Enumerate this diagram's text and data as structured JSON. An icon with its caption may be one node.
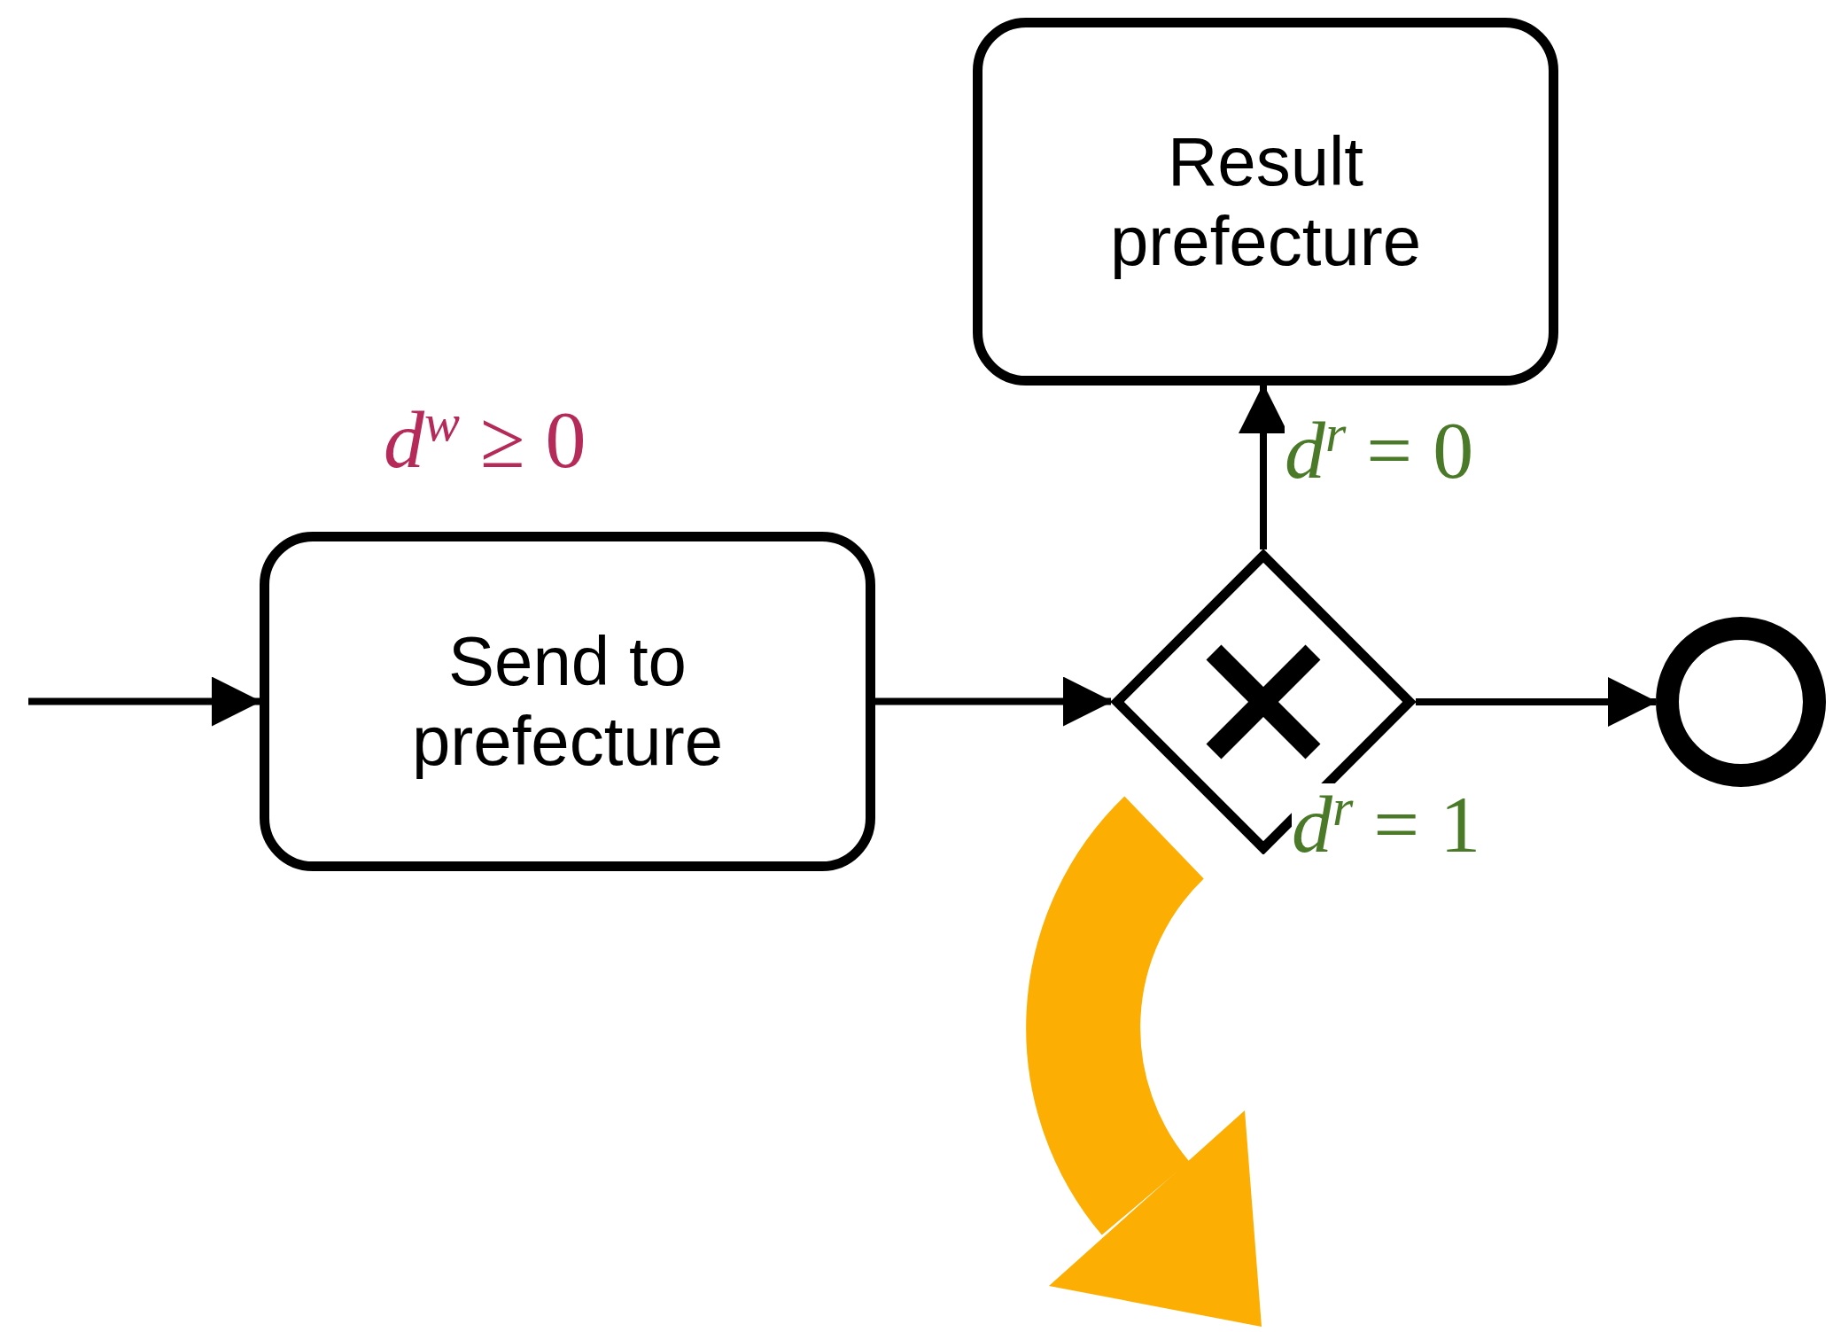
{
  "diagram": {
    "nodes": [
      {
        "text": [
          "Send to prefecture"
        ],
        "beside": [
          "*d*$^{w}$ ≥ 0"
        ]
      },
      {
        "text": [],
        "shape": "diamond"
      },
      {
        "text": [
          "Result prefecture"
        ]
      },
      {
        "text": [],
        "shape": "circle"
      }
    ],
    "edges": [
      {
        "from": null,
        "to": 0,
        "arrow": "to"
      },
      {
        "from": 0,
        "to": 1,
        "arrow": "to"
      },
      {
        "from": 1,
        "to": 2,
        "arrow": "to",
        "label": "*d*$^{r}$ = 0"
      },
      {
        "from": 1,
        "to": 3,
        "arrow": "to",
        "label": "*d*$^{r}$ = 1"
      }
    ]
  }
}
